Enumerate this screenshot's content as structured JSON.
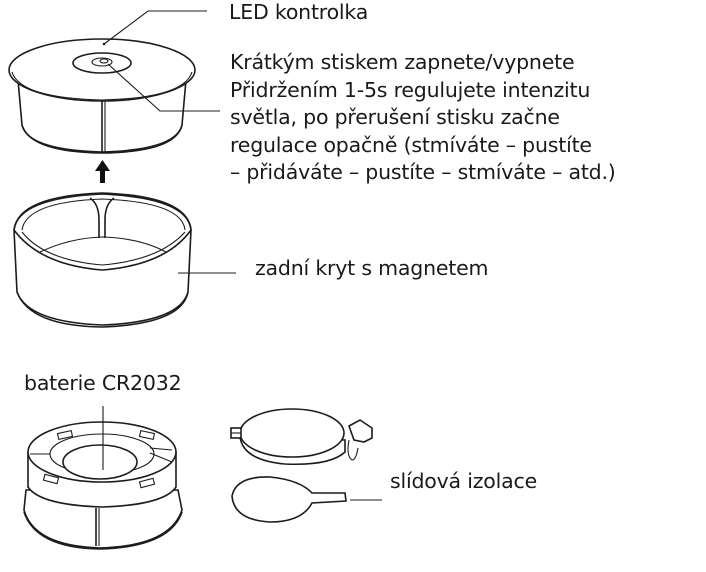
{
  "labels": {
    "led": "LED kontrolka",
    "description_lines": [
      "Krátkým stiskem zapnete/vypnete",
      "Přidržením 1-5s regulujete intenzitu",
      "světla, po přerušení stisku začne",
      "regulace opačně (stmíváte – pustíte",
      "– přidáváte – pustíte – stmíváte – atd.)"
    ],
    "back_cover": "zadní kryt s magnetem",
    "battery": "baterie CR2032",
    "mica_insulation": "slídová izolace"
  },
  "parts": [
    {
      "id": "lamp-top-cover",
      "name": "LED lamp with push button"
    },
    {
      "id": "back-cover",
      "name": "zadní kryt s magnetem"
    },
    {
      "id": "battery-holder",
      "name": "baterie CR2032"
    },
    {
      "id": "battery-cell",
      "name": "CR2032 cell"
    },
    {
      "id": "mica-insulation",
      "name": "slídová izolace"
    }
  ]
}
